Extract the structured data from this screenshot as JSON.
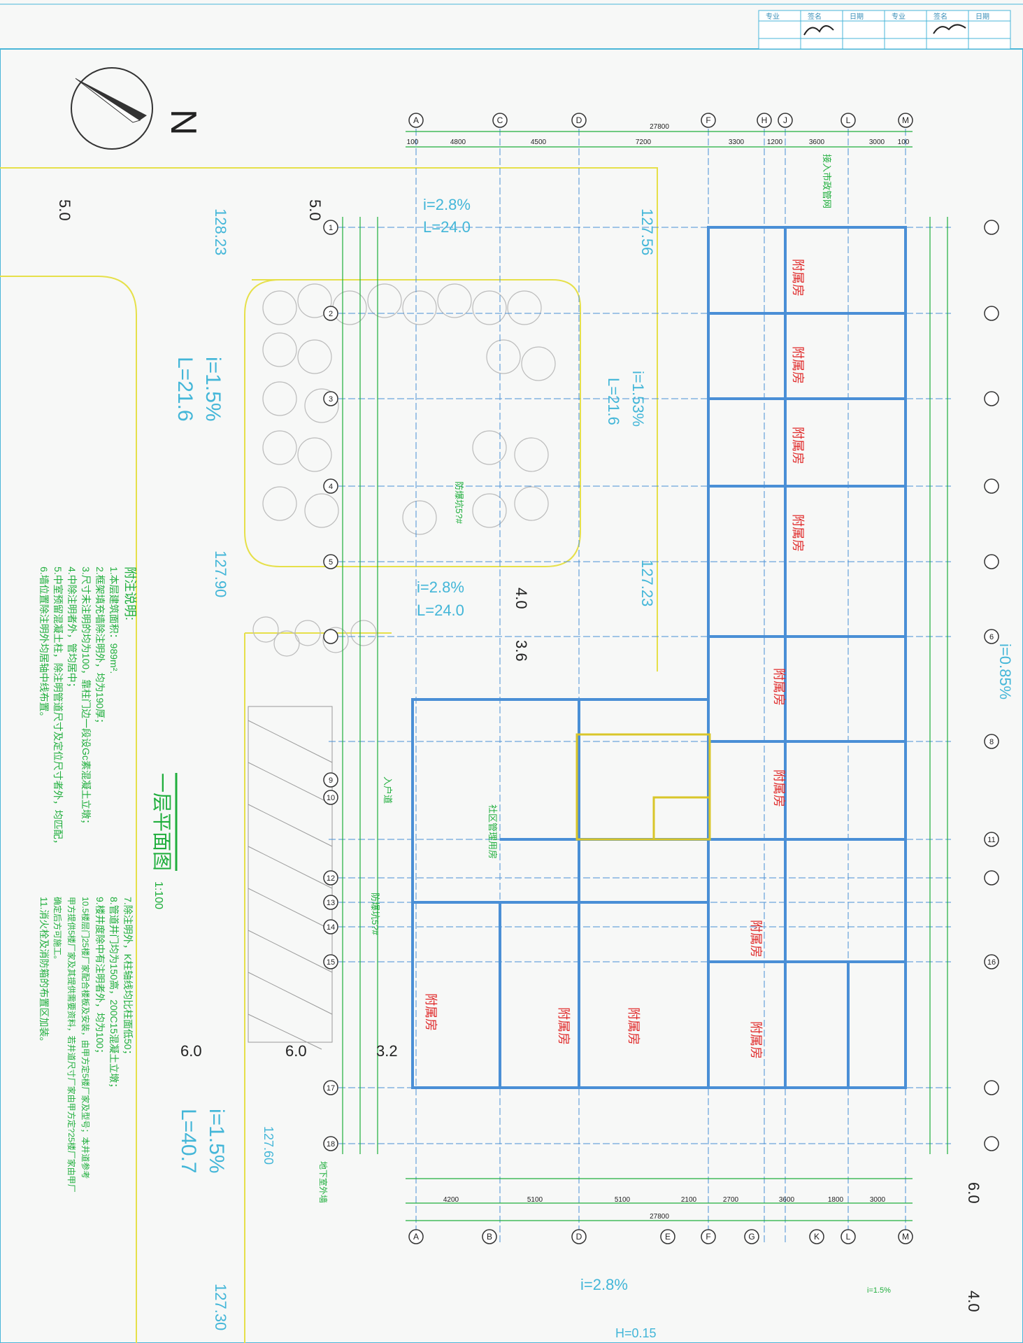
{
  "title_block": {
    "headers": [
      "专业",
      "签名",
      "日期",
      "专业",
      "签名",
      "日期"
    ],
    "signature_text": "签名"
  },
  "north": {
    "label": "N"
  },
  "sheet": {
    "title": "一层平面图",
    "scale": "1:100"
  },
  "notes": {
    "heading": "附注说明:",
    "items": [
      "1.本层建筑面积：989m².",
      "2.框架填充墙除注明外，均为190厚；",
      "3.尺寸未注明的均为100，靠柱门边一段设Gc素混凝土立墩；",
      "4.中除注明者外，管均居中；",
      "5.中室预留混凝土柱，除注明管道尺寸及定位尺寸者外，均匹配，",
      "6.墙位置除注明外均居轴中线布置。"
    ],
    "items2": [
      "7.除注明外，K柱轴线均比柱面低50；",
      "8.管道井门均为150高，200C15混凝土立墩；",
      "9.楼井度除中有注明者外，均为100；",
      "10.5楼层门25楼厂家配合楼板及安装，由甲方定5楼厂家及型号；本井道参考",
      "甲方提供5楼厂家及其提供需要资料，若井道尺寸厂家由甲方定?25楼厂家由甲厂",
      "   确定后方可施工。",
      "11.消火栓及消防箱的布置区加装。"
    ]
  },
  "slopes": [
    {
      "i": "i=2.8%",
      "L": "L=24.0"
    },
    {
      "i": "i=1.5%",
      "L": "L=21.6"
    },
    {
      "i": "i=1.53%",
      "L": "L=21.6"
    },
    {
      "i": "i=2.8%",
      "L": "L=24.0"
    },
    {
      "i": "i=0.85%"
    },
    {
      "i": "i=1.5%",
      "L": "L=40.7"
    },
    {
      "i": "i=2.8%"
    }
  ],
  "elevations": [
    "128.23",
    "127.56",
    "127.90",
    "127.23",
    "127.60",
    "127.30"
  ],
  "road_widths": [
    "5.0",
    "5.0",
    "4.0",
    "3.6",
    "6.0",
    "6.0",
    "3.2",
    "6.0",
    "4.0"
  ],
  "bottom_label": "H=0.15",
  "small_slope": "i=1.5%",
  "axes_top": [
    "A",
    "C",
    "D",
    "F",
    "H",
    "J",
    "L",
    "M"
  ],
  "axes_bottom": [
    "A",
    "B",
    "D",
    "E",
    "F",
    "G",
    "K",
    "L",
    "M"
  ],
  "axes_rows": [
    "1",
    "2",
    "3",
    "4",
    "5",
    "6",
    "8",
    "9",
    "10",
    "11",
    "12",
    "13",
    "14",
    "15",
    "16",
    "17",
    "18"
  ],
  "dim_top": [
    "100",
    "4800",
    "4500",
    "7200",
    "3300",
    "1200",
    "3600",
    "3000",
    "100"
  ],
  "dim_top_total": "27800",
  "dim_bottom_total": "27800",
  "dim_bottom": [
    "4200",
    "5100",
    "5100",
    "2100",
    "2700",
    "3600",
    "1800",
    "3000"
  ],
  "room_label": "附属房",
  "labels": {
    "pipe": "接入市政管网",
    "community": "社区管理用房",
    "basement": "地下室外墙",
    "fire_pool": "防爆坑5?#",
    "entrance": "入户道"
  },
  "colors": {
    "cyan": "#43b6d8",
    "green": "#1fae3c",
    "red": "#e02a2a",
    "blue_wall": "#4a8fd6",
    "yellow": "#e6e04a"
  }
}
